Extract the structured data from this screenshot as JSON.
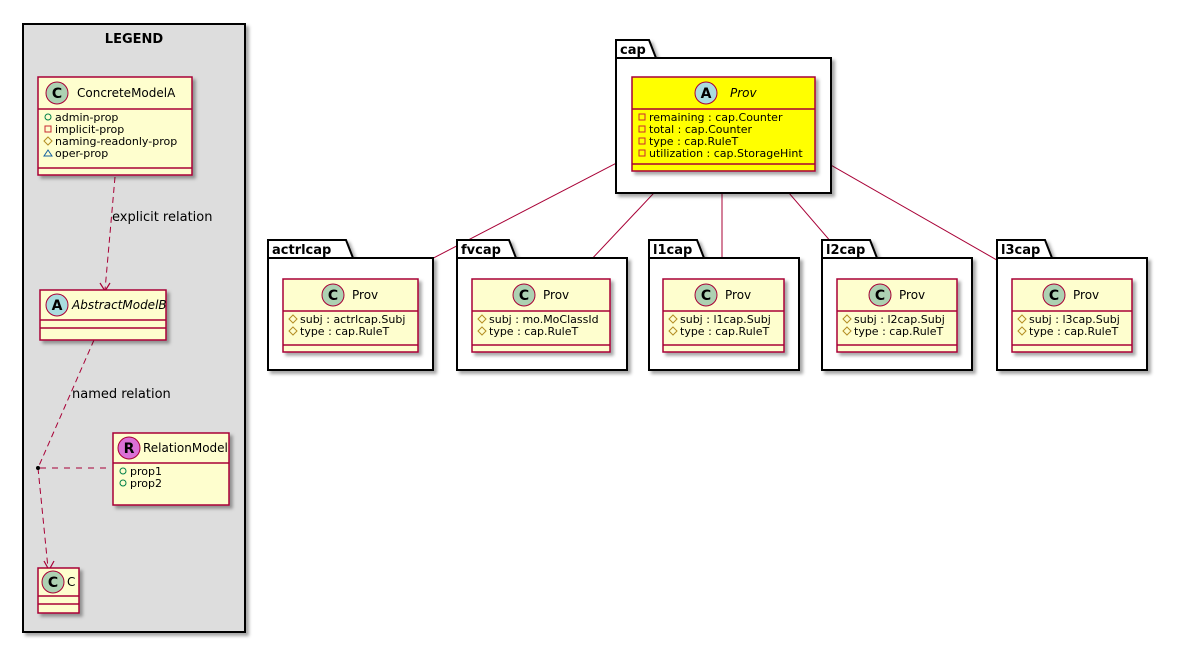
{
  "legend": {
    "title": "LEGEND",
    "concrete_model": {
      "name": "ConcreteModelA",
      "stereotype_letter": "C",
      "members": [
        {
          "vis": "+",
          "text": "admin-prop"
        },
        {
          "vis": "-",
          "text": "implicit-prop"
        },
        {
          "vis": "#",
          "text": "naming-readonly-prop"
        },
        {
          "vis": "~",
          "text": "oper-prop"
        }
      ]
    },
    "abstract_model": {
      "name": "AbstractModelB",
      "stereotype_letter": "A"
    },
    "relation_model": {
      "name": "RelationModel",
      "stereotype_letter": "R",
      "members": [
        {
          "vis": "+",
          "text": "prop1"
        },
        {
          "vis": "+",
          "text": "prop2"
        }
      ]
    },
    "model_c": {
      "name": "C",
      "stereotype_letter": "C"
    },
    "explicit_relation_label": "explicit relation",
    "named_relation_label": "named relation"
  },
  "cap": {
    "package": "cap",
    "class": {
      "name": "Prov",
      "stereotype_letter": "A",
      "members": [
        {
          "vis": "-",
          "text": "remaining : cap.Counter"
        },
        {
          "vis": "-",
          "text": "total : cap.Counter"
        },
        {
          "vis": "-",
          "text": "type : cap.RuleT"
        },
        {
          "vis": "-",
          "text": "utilization : cap.StorageHint"
        }
      ]
    }
  },
  "subpackages": [
    {
      "package": "actrlcap",
      "class_name": "Prov",
      "stereotype_letter": "C",
      "members": [
        {
          "vis": "#",
          "text": "subj : actrlcap.Subj"
        },
        {
          "vis": "#",
          "text": "type : cap.RuleT"
        }
      ]
    },
    {
      "package": "fvcap",
      "class_name": "Prov",
      "stereotype_letter": "C",
      "members": [
        {
          "vis": "#",
          "text": "subj : mo.MoClassId"
        },
        {
          "vis": "#",
          "text": "type : cap.RuleT"
        }
      ]
    },
    {
      "package": "l1cap",
      "class_name": "Prov",
      "stereotype_letter": "C",
      "members": [
        {
          "vis": "#",
          "text": "subj : l1cap.Subj"
        },
        {
          "vis": "#",
          "text": "type : cap.RuleT"
        }
      ]
    },
    {
      "package": "l2cap",
      "class_name": "Prov",
      "stereotype_letter": "C",
      "members": [
        {
          "vis": "#",
          "text": "subj : l2cap.Subj"
        },
        {
          "vis": "#",
          "text": "type : cap.RuleT"
        }
      ]
    },
    {
      "package": "l3cap",
      "class_name": "Prov",
      "stereotype_letter": "C",
      "members": [
        {
          "vis": "#",
          "text": "subj : l3cap.Subj"
        },
        {
          "vis": "#",
          "text": "type : cap.RuleT"
        }
      ]
    }
  ],
  "colors": {
    "class_fill": "#FEFECE",
    "class_border": "#A80036",
    "highlight_fill": "#FFFF00",
    "legend_fill": "#DDDDDD",
    "edge": "#A80036",
    "circle_class": "#ADD1B2",
    "circle_abstract": "#A9DCDF",
    "circle_relation": "#DA70D6"
  }
}
